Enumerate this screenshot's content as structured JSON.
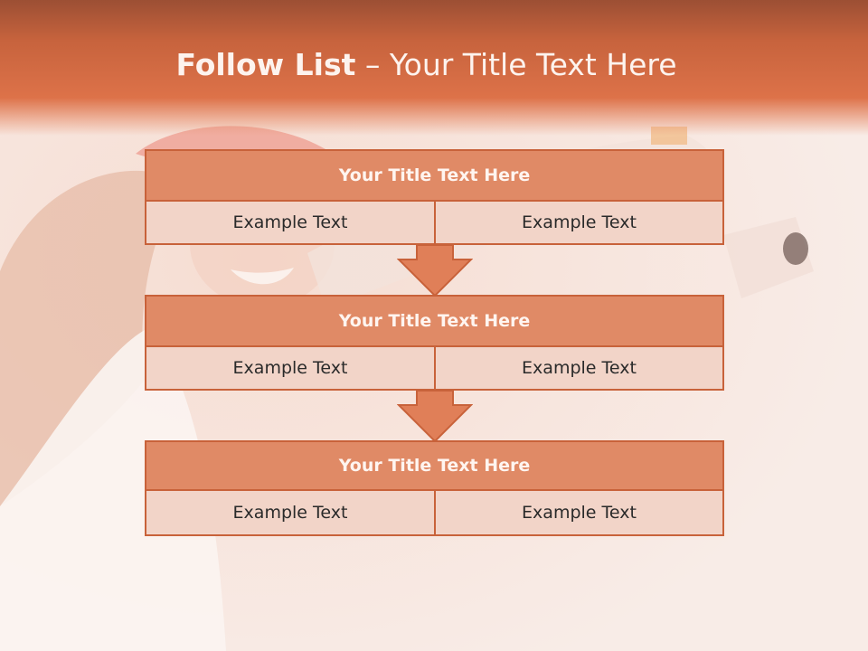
{
  "slide": {
    "title_bold": "Follow List",
    "title_rest": " – Your Title Text Here"
  },
  "steps": [
    {
      "title": "Your Title Text Here",
      "left": "Example Text",
      "right": "Example Text"
    },
    {
      "title": "Your Title Text Here",
      "left": "Example Text",
      "right": "Example Text"
    },
    {
      "title": "Your Title Text Here",
      "left": "Example Text",
      "right": "Example Text"
    }
  ],
  "colors": {
    "header": "#dd7249",
    "block_title_fill": "#e08a66",
    "cell_fill": "#f2d4c8",
    "border": "#c8623a",
    "arrow_fill": "#e07f58"
  }
}
